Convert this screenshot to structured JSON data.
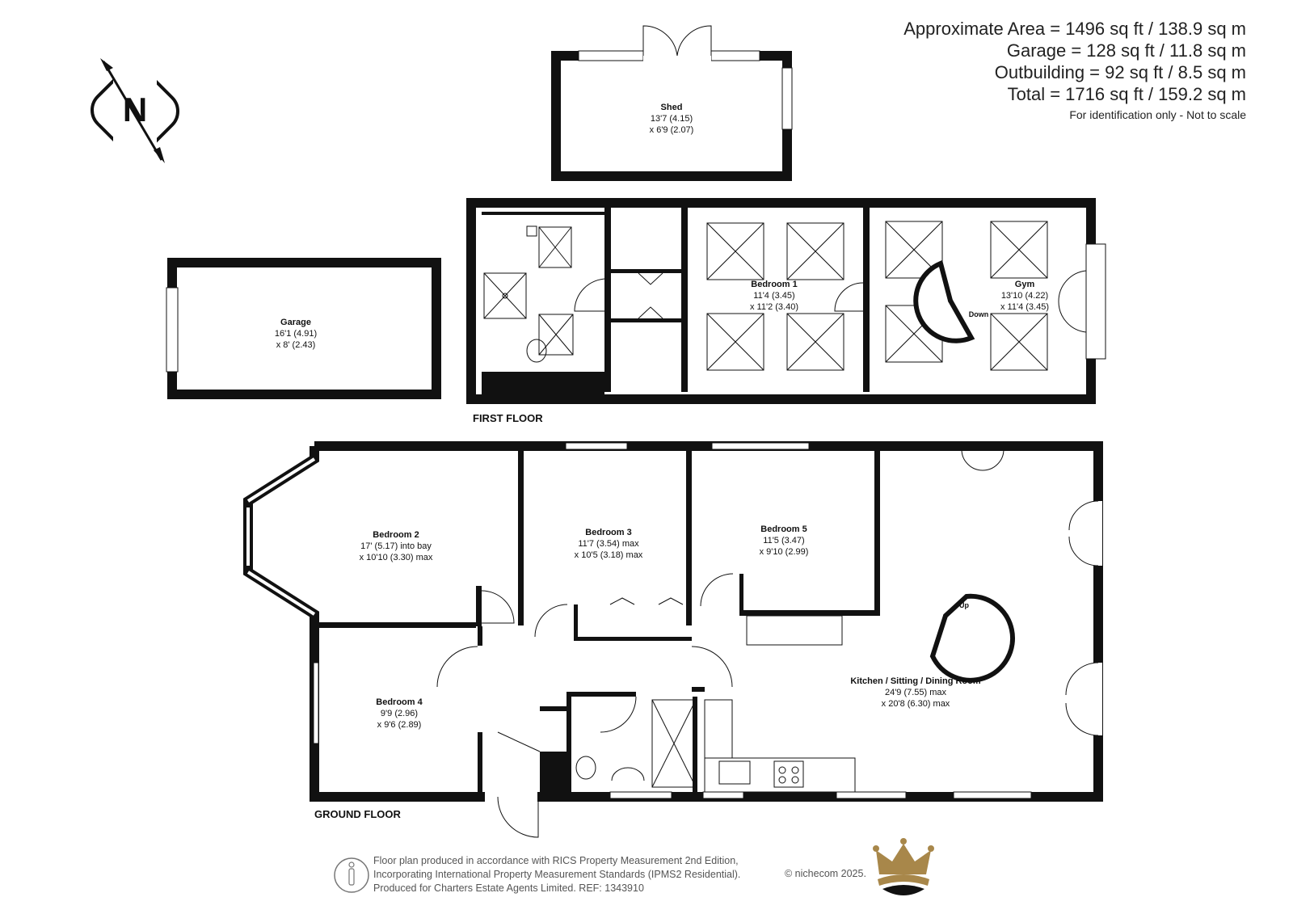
{
  "areas": {
    "approximate": "Approximate Area = 1496 sq ft / 138.9 sq m",
    "garage": "Garage = 128 sq ft / 11.8 sq m",
    "outbuilding": "Outbuilding = 92 sq ft / 8.5 sq m",
    "total": "Total = 1716 sq ft / 159.2 sq m",
    "note": "For identification only - Not to scale"
  },
  "compass": {
    "letter": "N",
    "icon": "north-arrow-icon"
  },
  "rooms": {
    "shed": {
      "name": "Shed",
      "dim1": "13'7 (4.15)",
      "dim2": "x 6'9 (2.07)"
    },
    "garage": {
      "name": "Garage",
      "dim1": "16'1 (4.91)",
      "dim2": "x 8' (2.43)"
    },
    "bedroom1": {
      "name": "Bedroom 1",
      "dim1": "11'4 (3.45)",
      "dim2": "x 11'2 (3.40)"
    },
    "gym": {
      "name": "Gym",
      "dim1": "13'10 (4.22)",
      "dim2": "x 11'4 (3.45)"
    },
    "bedroom2": {
      "name": "Bedroom 2",
      "dim1": "17' (5.17) into bay",
      "dim2": "x 10'10 (3.30) max"
    },
    "bedroom3": {
      "name": "Bedroom 3",
      "dim1": "11'7 (3.54) max",
      "dim2": "x 10'5 (3.18) max"
    },
    "bedroom5": {
      "name": "Bedroom 5",
      "dim1": "11'5 (3.47)",
      "dim2": "x 9'10 (2.99)"
    },
    "bedroom4": {
      "name": "Bedroom 4",
      "dim1": "9'9 (2.96)",
      "dim2": "x 9'6 (2.89)"
    },
    "kitchen": {
      "name": "Kitchen / Sitting / Dining Room",
      "dim1": "24'9 (7.55) max",
      "dim2": "x 20'8 (6.30) max"
    }
  },
  "stairs": {
    "down": "Down",
    "up": "Up"
  },
  "floors": {
    "first": "FIRST FLOOR",
    "ground": "GROUND FLOOR"
  },
  "footer": {
    "line1": "Floor plan produced in accordance with RICS Property Measurement 2nd Edition,",
    "line2": "Incorporating International Property Measurement Standards (IPMS2 Residential).",
    "line3": "Produced for Charters Estate Agents Limited.   REF: 1343910",
    "copyright": "© nichecom 2025.",
    "brand_color": "#a8874a"
  }
}
